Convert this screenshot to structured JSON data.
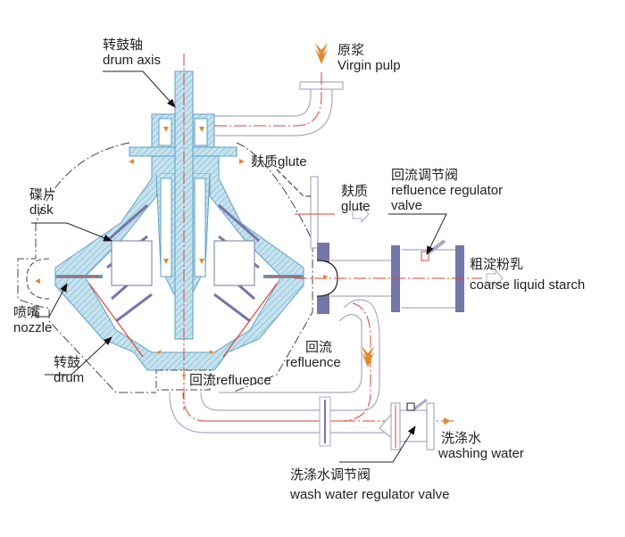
{
  "title": "Nozzle disk centrifuge (starch separator) working principle",
  "colors": {
    "body_fill": "#bfe0ee",
    "body_stroke": "#5f9fc2",
    "hatch": "#7fb6d2",
    "pipe": "#a9a9c8",
    "flange": "#6e6e9e",
    "centerline": "#d9463a",
    "flow_arrow": "#e08a2c",
    "leader": "#222222",
    "text": "#222222"
  },
  "labels": {
    "drum_axis": {
      "zh": "转鼓轴",
      "en": "drum axis"
    },
    "virgin_pulp": {
      "zh": "原浆",
      "en": "Virgin pulp"
    },
    "glute_top": {
      "zh": "麸质",
      "en": "glute"
    },
    "glute_side": {
      "zh": "麸质",
      "en": "glute"
    },
    "refluence_regulator_valve": {
      "zh": "回流调节阀",
      "en1": "refluence regulator",
      "en2": "valve"
    },
    "disk": {
      "zh": "碟片",
      "en": "disk"
    },
    "coarse_liquid_starch": {
      "zh": "粗淀粉乳",
      "en": "coarse liquid starch"
    },
    "nozzle": {
      "zh": "喷嘴",
      "en": "nozzle"
    },
    "refluence_right": {
      "zh": "回流",
      "en": "refluence"
    },
    "drum": {
      "zh": "转鼓",
      "en": "drum"
    },
    "refluence_bottom": {
      "zh": "回流",
      "en": "refluence"
    },
    "washing_water": {
      "zh": "洗涤水",
      "en": "washing water"
    },
    "wash_water_regulator_valve": {
      "zh": "洗涤水调节阀",
      "en": "wash water regulator valve"
    }
  }
}
